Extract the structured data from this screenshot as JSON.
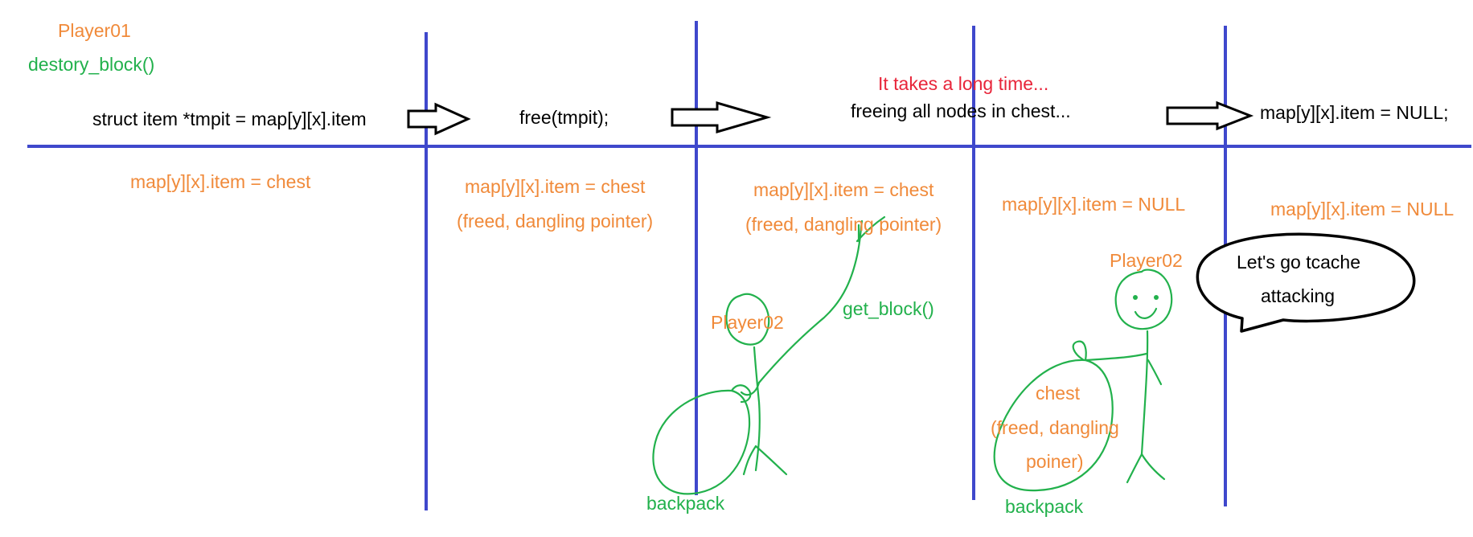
{
  "colors": {
    "divider": "#3f48cc",
    "orange": "#f08a3a",
    "green": "#22b14c",
    "red": "#e8253a",
    "black": "#000000"
  },
  "header": {
    "player": "Player01",
    "function": "destory_block()"
  },
  "steps": [
    {
      "code": "struct item *tmpit = map[y][x].item",
      "state": "map[y][x].item = chest"
    },
    {
      "code": "free(tmpit);",
      "state": "map[y][x].item = chest",
      "state_note": "(freed, dangling pointer)"
    },
    {
      "code": "",
      "state": "map[y][x].item = chest",
      "state_note": "(freed, dangling pointer)"
    },
    {
      "note": "It takes a long time...",
      "code": "freeing all nodes in chest...",
      "state": "map[y][x].item = NULL"
    },
    {
      "code": "map[y][x].item = NULL;",
      "state": "map[y][x].item = NULL"
    }
  ],
  "scene1": {
    "player": "Player02",
    "action": "get_block()",
    "bag": "backpack"
  },
  "scene2": {
    "player": "Player02",
    "item_line1": "chest",
    "item_line2": "(freed, dangling",
    "item_line3": "poiner)",
    "bag": "backpack",
    "speech_line1": "Let's go tcache",
    "speech_line2": "attacking"
  },
  "icons": [
    "right-arrow-icon",
    "stick-figure-icon",
    "sack-icon",
    "speech-bubble-icon",
    "smiley-face-icon"
  ]
}
